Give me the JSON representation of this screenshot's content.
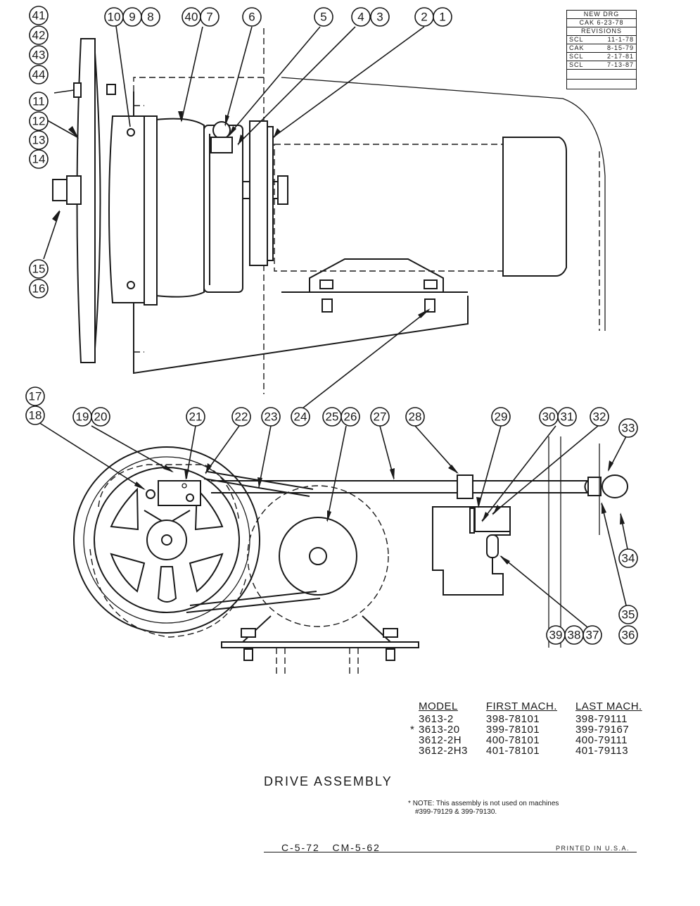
{
  "revisions": {
    "new_drg_label": "NEW DRG",
    "new_drg_value": "CAK 6-23-78",
    "heading": "REVISIONS",
    "entries": [
      {
        "initials": "SCL",
        "date": "11-1-78"
      },
      {
        "initials": "CAK",
        "date": "8-15-79"
      },
      {
        "initials": "SCL",
        "date": "2-17-81"
      },
      {
        "initials": "SCL",
        "date": "7-13-87"
      }
    ]
  },
  "callouts": {
    "c1": "1",
    "c2": "2",
    "c3": "3",
    "c4": "4",
    "c5": "5",
    "c6": "6",
    "c7": "7",
    "c8": "8",
    "c9": "9",
    "c10": "10",
    "c11": "11",
    "c12": "12",
    "c13": "13",
    "c14": "14",
    "c15": "15",
    "c16": "16",
    "c17": "17",
    "c18": "18",
    "c19": "19",
    "c20": "20",
    "c21": "21",
    "c22": "22",
    "c23": "23",
    "c24": "24",
    "c25": "25",
    "c26": "26",
    "c27": "27",
    "c28": "28",
    "c29": "29",
    "c30": "30",
    "c31": "31",
    "c32": "32",
    "c33": "33",
    "c34": "34",
    "c35": "35",
    "c36": "36",
    "c37": "37",
    "c38": "38",
    "c39": "39",
    "c40": "40",
    "c41": "41",
    "c42": "42",
    "c43": "43",
    "c44": "44"
  },
  "model_table": {
    "headers": [
      "MODEL",
      "FIRST MACH.",
      "LAST MACH."
    ],
    "rows": [
      {
        "mark": "",
        "model": "3613-2",
        "first": "398-78101",
        "last": "398-79111"
      },
      {
        "mark": "*",
        "model": "3613-20",
        "first": "399-78101",
        "last": "399-79167"
      },
      {
        "mark": "",
        "model": "3612-2H",
        "first": "400-78101",
        "last": "400-79111"
      },
      {
        "mark": "",
        "model": "3612-2H3",
        "first": "401-78101",
        "last": "401-79113"
      }
    ]
  },
  "title": "DRIVE ASSEMBLY",
  "note": {
    "mark": "*",
    "label": "NOTE:",
    "line1": "This assembly is not used on machines",
    "line2": "#399-79129 & 399-79130."
  },
  "footer": {
    "codes": "C-5-72   CM-5-62",
    "printed": "PRINTED IN U.S.A."
  }
}
